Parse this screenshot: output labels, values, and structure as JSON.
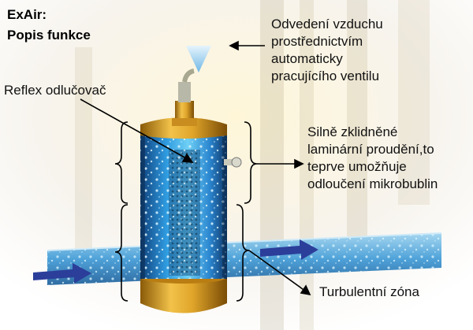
{
  "title": {
    "line1": "ExAir:",
    "line2": "Popis funkce"
  },
  "labels": {
    "vent": [
      "Odvedení vzduchu",
      "prostřednictvím",
      "automaticky",
      "pracujícího ventilu"
    ],
    "reflex": "Reflex odlučovač",
    "laminar": [
      "Silně zklidněné",
      "laminární proudění,to",
      "teprve umožňuje",
      "odloučení mikrobublin"
    ],
    "turbulent": "Turbulentní zóna"
  },
  "colors": {
    "flow_arrow": "#2b3e9a",
    "water": "#2e8fd8",
    "vessel_gold": "#d99a1a",
    "pipe": "#5aa8d8"
  }
}
